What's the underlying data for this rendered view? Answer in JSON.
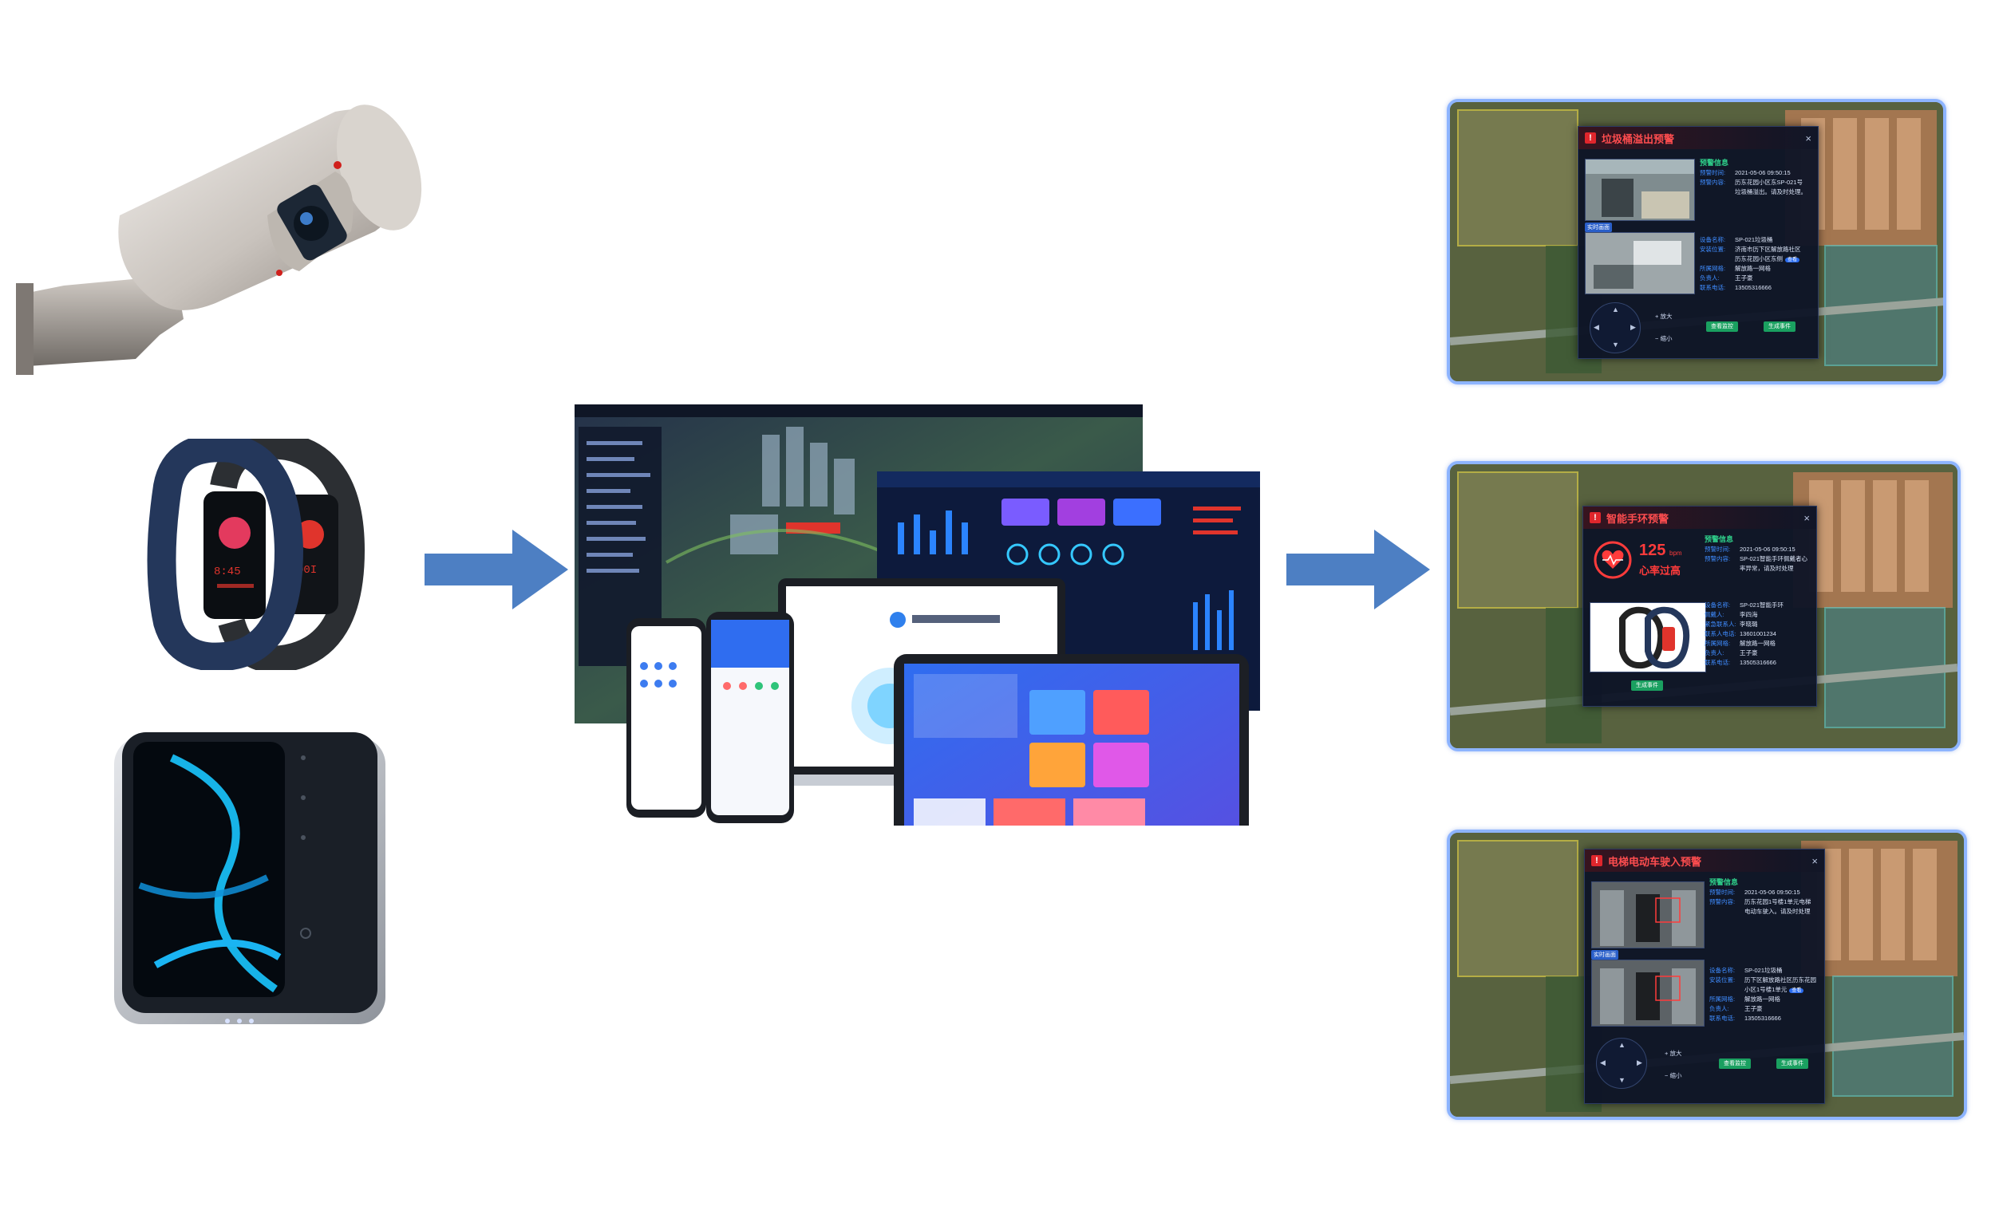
{
  "flow": {
    "sources": [
      "camera-icon",
      "smart-wristband-icon",
      "access-panel-icon"
    ],
    "center": "platform-multi-screen-icon",
    "colors": {
      "arrow": "#4d7fc3",
      "panel_border": "#8db4ff",
      "alert_red": "#ff3b3b",
      "action_green": "#1aa060",
      "label_blue": "#3f8cff"
    }
  },
  "alerts": [
    {
      "title": "垃圾桶溢出预警",
      "close": "×",
      "warn": "!",
      "section_info": "预警信息",
      "section_live": "实时画面",
      "info": [
        {
          "k": "预警时间:",
          "v": "2021-05-06  09:50:15"
        },
        {
          "k": "预警内容:",
          "v": "历东花园小区东SP-021号"
        },
        {
          "k": "",
          "v": "垃圾桶溢出。请及时处理。"
        }
      ],
      "details": [
        {
          "k": "设备名称:",
          "v": "SP-021垃圾桶",
          "badge": ""
        },
        {
          "k": "安装位置:",
          "v": "济南市历下区解放路社区",
          "badge": ""
        },
        {
          "k": "",
          "v": "历东花园小区东侧",
          "badge": "查看"
        },
        {
          "k": "所属网格:",
          "v": "解放路一网格",
          "badge": ""
        },
        {
          "k": "负责人:",
          "v": "王子豪",
          "badge": ""
        },
        {
          "k": "联系电话:",
          "v": "13505316666",
          "badge": ""
        }
      ],
      "zoom_in": "+ 放大",
      "zoom_out": "− 缩小",
      "btn_primary": "查看监控",
      "btn_secondary": "生成事件"
    },
    {
      "title": "智能手环预警",
      "close": "×",
      "warn": "!",
      "section_info": "预警信息",
      "heart_rate": "125",
      "heart_unit": "bpm",
      "heart_status": "心率过高",
      "info": [
        {
          "k": "预警时间:",
          "v": "2021-05-06  09:50:15"
        },
        {
          "k": "预警内容:",
          "v": "SP-021智能手环佩戴者心"
        },
        {
          "k": "",
          "v": "率异常，请及时处理"
        }
      ],
      "details": [
        {
          "k": "设备名称:",
          "v": "SP-021智能手环"
        },
        {
          "k": "佩戴人:",
          "v": "李四海"
        },
        {
          "k": "紧急联系人:",
          "v": "李晓璐"
        },
        {
          "k": "联系人电话:",
          "v": "13601001234"
        },
        {
          "k": "所属网格:",
          "v": "解放路一网格"
        },
        {
          "k": "负责人:",
          "v": "王子豪"
        },
        {
          "k": "联系电话:",
          "v": "13505316666"
        }
      ],
      "btn_primary": "生成事件"
    },
    {
      "title": "电梯电动车驶入预警",
      "close": "×",
      "warn": "!",
      "section_info": "预警信息",
      "section_live": "实时画面",
      "info": [
        {
          "k": "预警时间:",
          "v": "2021-05-06  09:50:15"
        },
        {
          "k": "预警内容:",
          "v": "历东花园1号楼1单元电梯"
        },
        {
          "k": "",
          "v": "电动车驶入。请及时处理"
        }
      ],
      "details": [
        {
          "k": "设备名称:",
          "v": "SP-021垃圾桶",
          "badge": ""
        },
        {
          "k": "安装位置:",
          "v": "历下区解放路社区历东花园",
          "badge": ""
        },
        {
          "k": "",
          "v": "小区1号楼1单元",
          "badge": "查看"
        },
        {
          "k": "所属网格:",
          "v": "解放路一网格",
          "badge": ""
        },
        {
          "k": "负责人:",
          "v": "王子豪",
          "badge": ""
        },
        {
          "k": "联系电话:",
          "v": "13505316666",
          "badge": ""
        }
      ],
      "zoom_in": "+ 放大",
      "zoom_out": "− 缩小",
      "btn_primary": "查看监控",
      "btn_secondary": "生成事件"
    }
  ]
}
